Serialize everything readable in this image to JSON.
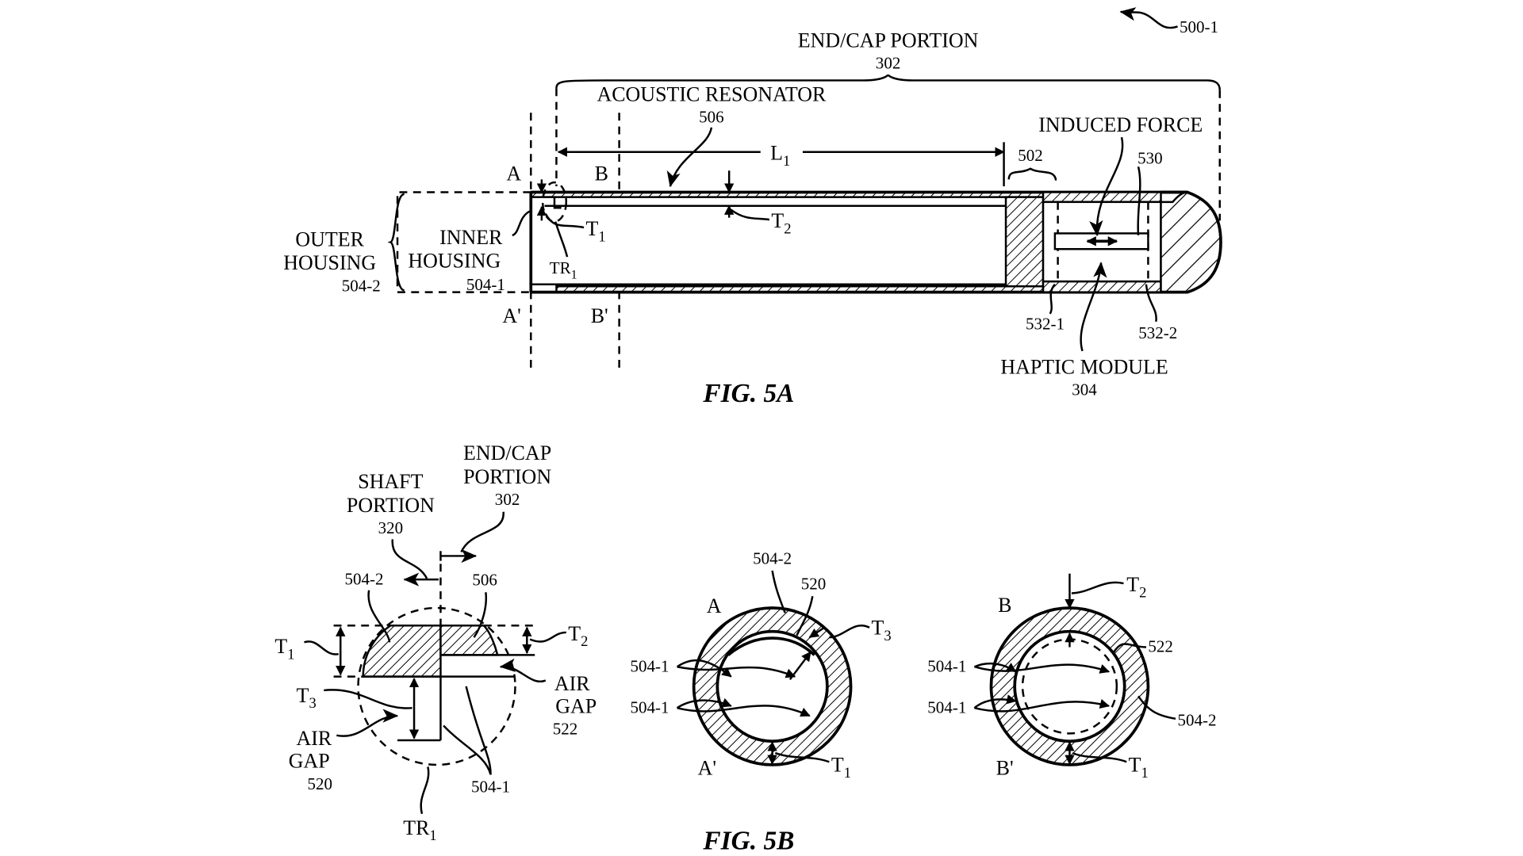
{
  "figure_id": "500-1",
  "fig5a": {
    "caption": "FIG. 5A",
    "end_cap": {
      "label": "END/CAP PORTION",
      "ref": "302"
    },
    "acoustic_resonator": {
      "label": "ACOUSTIC RESONATOR",
      "ref": "506"
    },
    "induced_force": "INDUCED FORCE",
    "ref_530": "530",
    "ref_502": "502",
    "length": {
      "main": "L",
      "sub": "1"
    },
    "section_a": "A",
    "section_a_prime": "A'",
    "section_b": "B",
    "section_b_prime": "B'",
    "outer_housing": {
      "line1": "OUTER",
      "line2": "HOUSING",
      "ref": "504-2"
    },
    "inner_housing": {
      "line1": "INNER",
      "line2": "HOUSING",
      "ref": "504-1"
    },
    "t1": {
      "main": "T",
      "sub": "1"
    },
    "tr1": {
      "main": "TR",
      "sub": "1"
    },
    "t2": {
      "main": "T",
      "sub": "2"
    },
    "ref_532_1": "532-1",
    "ref_532_2": "532-2",
    "haptic_module": {
      "label": "HAPTIC MODULE",
      "ref": "304"
    }
  },
  "fig5b": {
    "caption": "FIG. 5B",
    "detail": {
      "shaft_portion": {
        "line1": "SHAFT",
        "line2": "PORTION",
        "ref": "320"
      },
      "end_cap_portion": {
        "line1": "END/CAP",
        "line2": "PORTION",
        "ref": "302"
      },
      "ref_504_2": "504-2",
      "ref_506": "506",
      "t1": {
        "main": "T",
        "sub": "1"
      },
      "t2": {
        "main": "T",
        "sub": "2"
      },
      "t3": {
        "main": "T",
        "sub": "3"
      },
      "air_gap_522": {
        "line1": "AIR",
        "line2": "GAP",
        "ref": "522"
      },
      "air_gap_520": {
        "line1": "AIR",
        "line2": "GAP",
        "ref": "520"
      },
      "ref_504_1": "504-1",
      "tr1": {
        "main": "TR",
        "sub": "1"
      }
    },
    "section_aa": {
      "top": "A",
      "bottom": "A'",
      "ref_504_2": "504-2",
      "ref_520": "520",
      "t3": {
        "main": "T",
        "sub": "3"
      },
      "ref_504_1a": "504-1",
      "ref_504_1b": "504-1",
      "t1": {
        "main": "T",
        "sub": "1"
      }
    },
    "section_bb": {
      "top": "B",
      "bottom": "B'",
      "t2": {
        "main": "T",
        "sub": "2"
      },
      "ref_522": "522",
      "ref_504_1a": "504-1",
      "ref_504_1b": "504-1",
      "ref_504_2": "504-2",
      "t1": {
        "main": "T",
        "sub": "1"
      }
    }
  }
}
